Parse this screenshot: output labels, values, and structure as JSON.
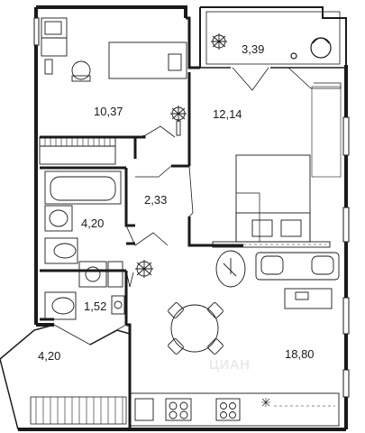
{
  "plan": {
    "rooms": [
      {
        "id": "balcony_top",
        "area": "3,39"
      },
      {
        "id": "room_left",
        "area": "10,37"
      },
      {
        "id": "bedroom",
        "area": "12,14"
      },
      {
        "id": "hall",
        "area": "2,33"
      },
      {
        "id": "bathroom",
        "area": "4,20"
      },
      {
        "id": "wc",
        "area": "1,52"
      },
      {
        "id": "balcony_left",
        "area": "4,20"
      },
      {
        "id": "living_kitchen",
        "area": "18,80"
      }
    ],
    "watermark": "ЦИАН"
  },
  "colors": {
    "wall": "#1a1a1a",
    "window": "#ffffff",
    "furniture": "#333333",
    "plant": "#222222"
  }
}
